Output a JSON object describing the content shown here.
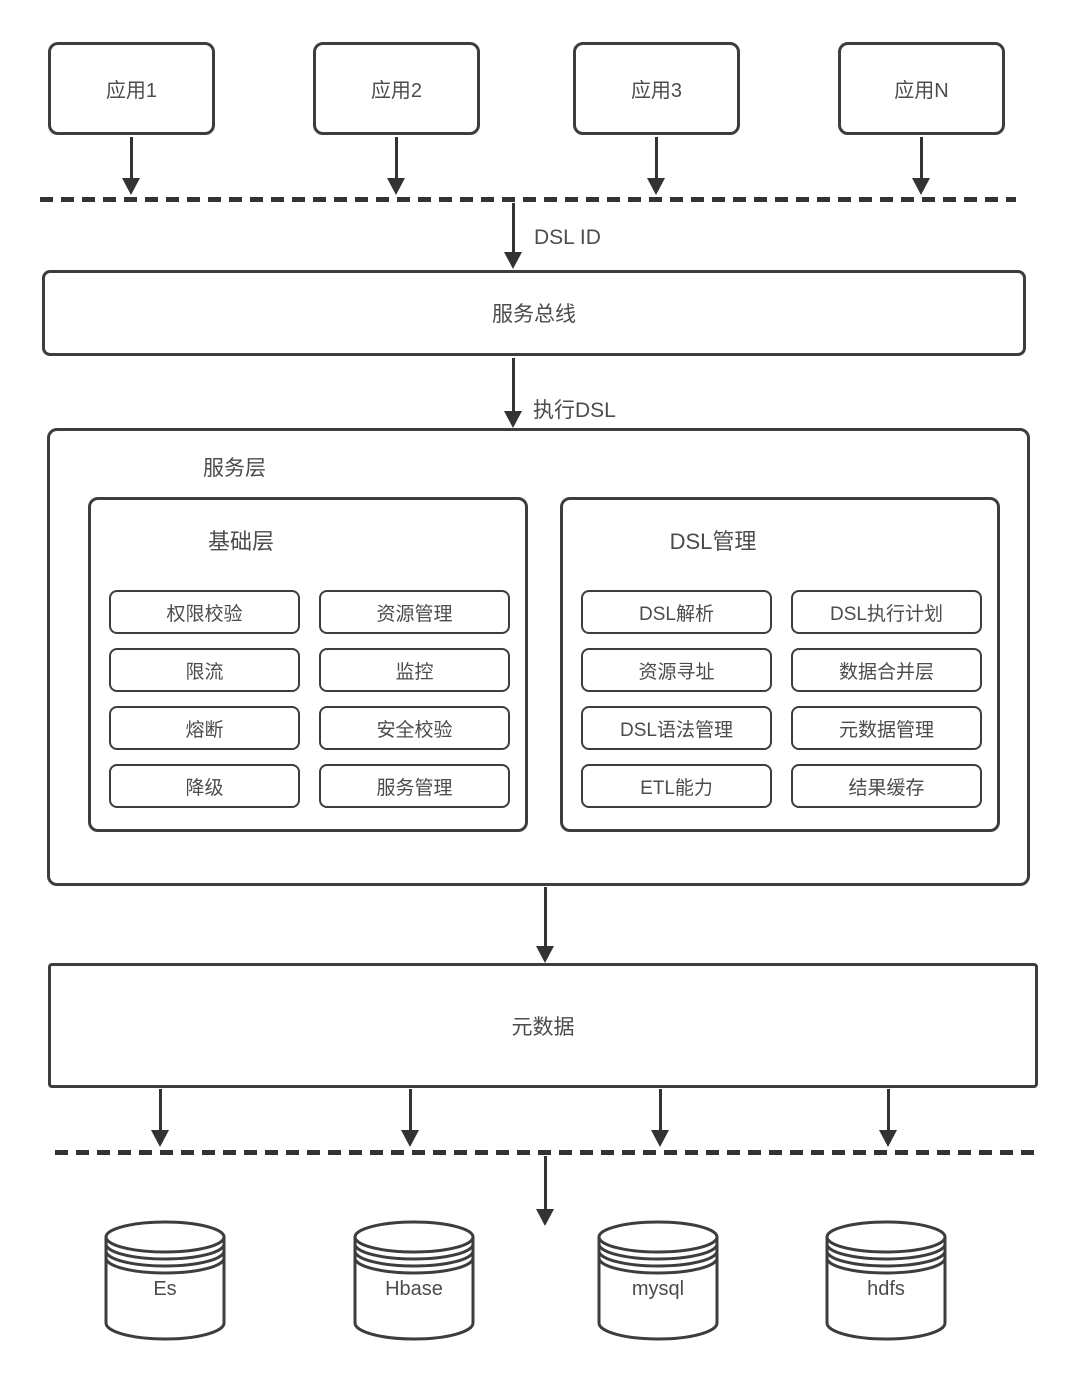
{
  "apps": [
    "应用1",
    "应用2",
    "应用3",
    "应用N"
  ],
  "labels": {
    "dsl_id": "DSL ID",
    "execute_dsl": "执行DSL"
  },
  "service_bus": "服务总线",
  "service_layer": {
    "title": "服务层",
    "base_layer": {
      "title": "基础层",
      "items": [
        "权限校验",
        "资源管理",
        "限流",
        "监控",
        "熔断",
        "安全校验",
        "降级",
        "服务管理"
      ]
    },
    "dsl_management": {
      "title": "DSL管理",
      "items": [
        "DSL解析",
        "DSL执行计划",
        "资源寻址",
        "数据合并层",
        "DSL语法管理",
        "元数据管理",
        "ETL能力",
        "结果缓存"
      ]
    }
  },
  "metadata": "元数据",
  "datastores": [
    "Es",
    "Hbase",
    "mysql",
    "hdfs"
  ],
  "colors": {
    "stroke": "#3d3d3d",
    "text": "#4c4c4c",
    "dash": "#333333",
    "background": "#ffffff"
  }
}
